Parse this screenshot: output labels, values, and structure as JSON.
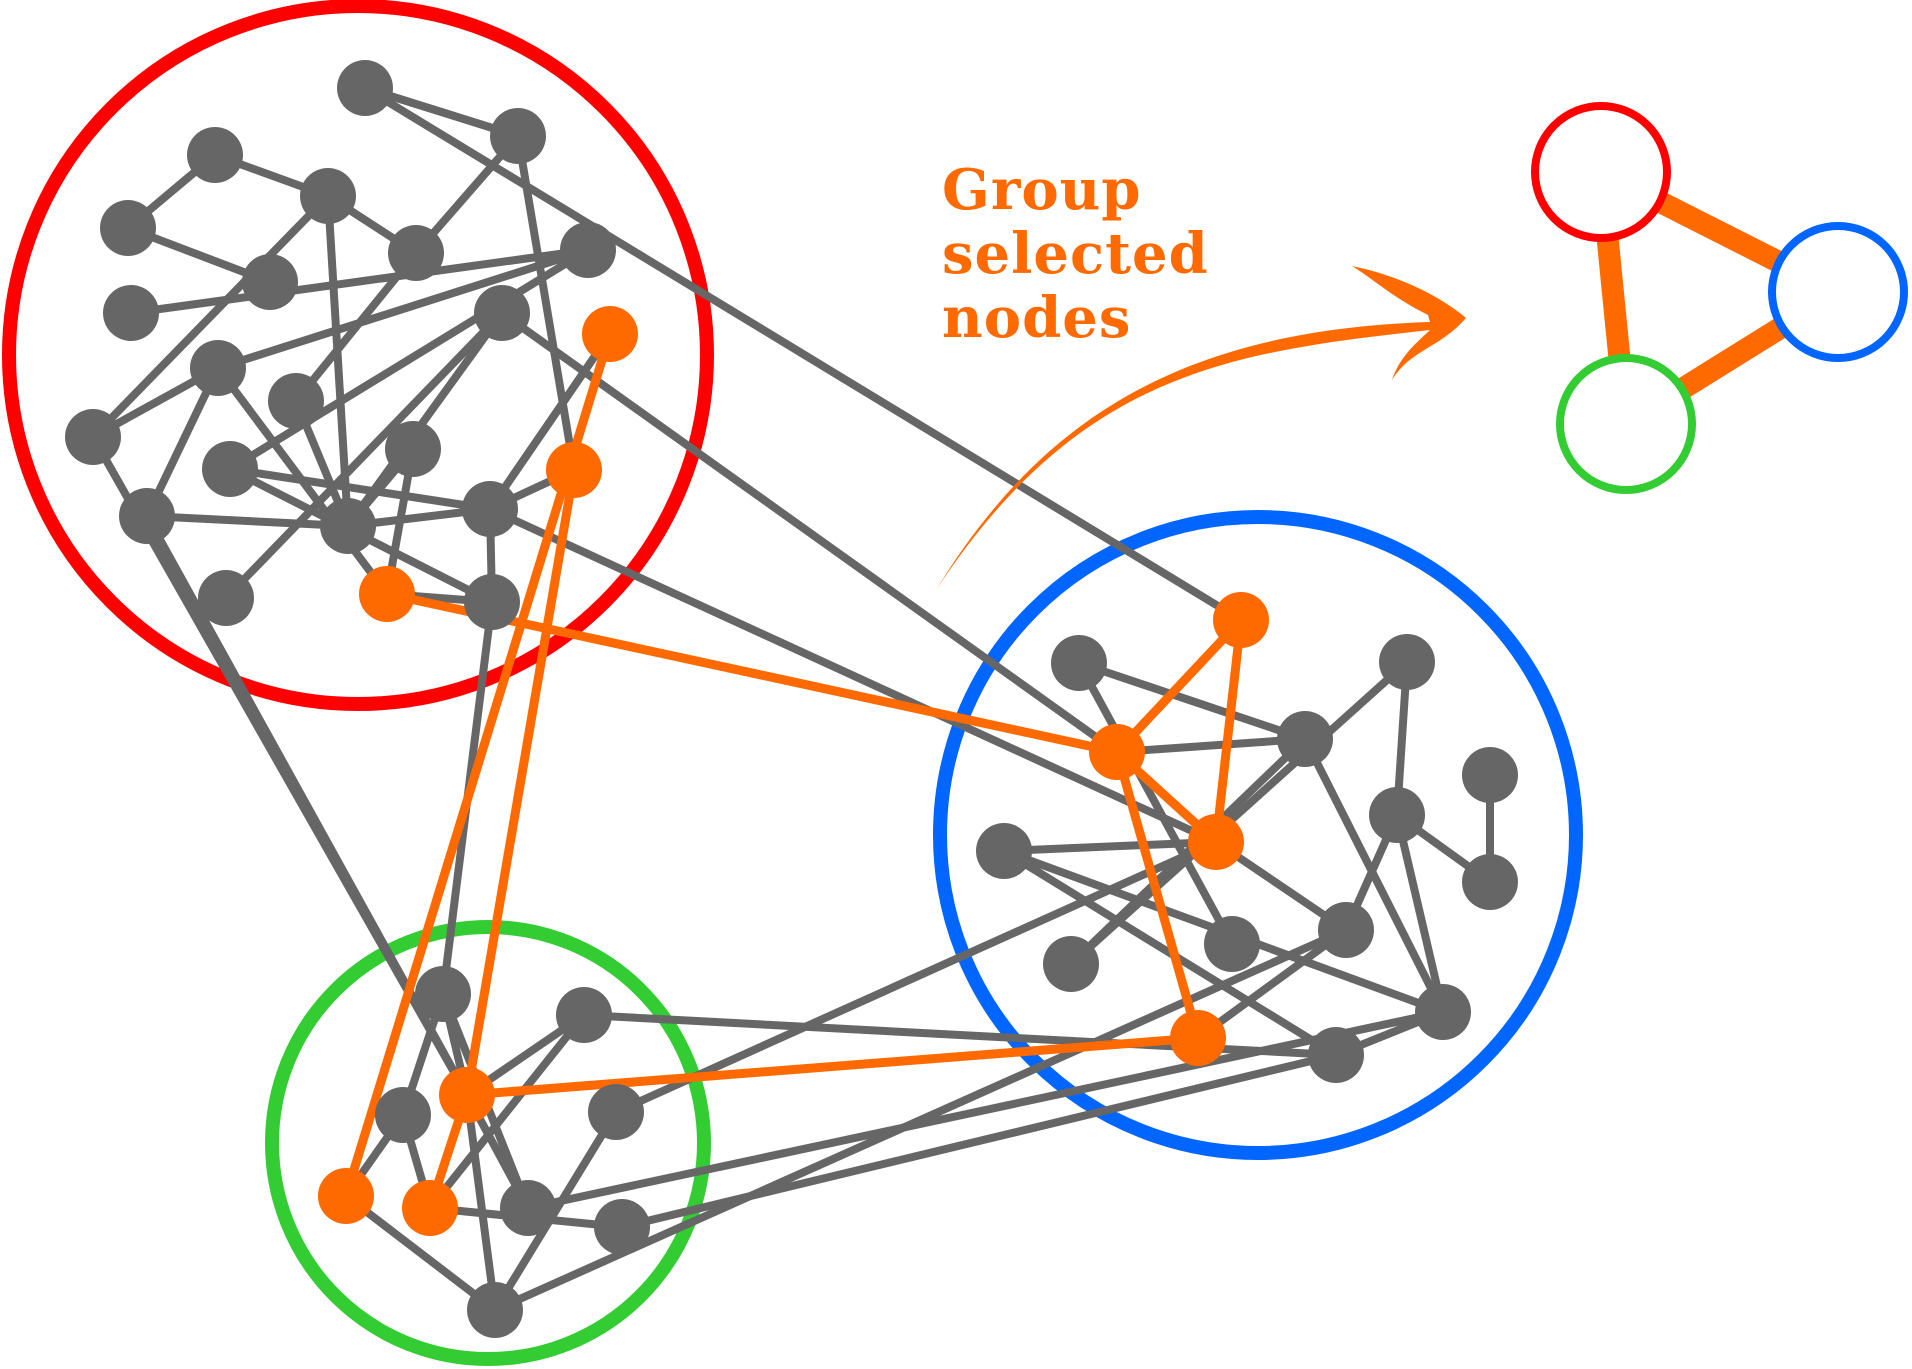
{
  "caption": {
    "lines": [
      "Group",
      "selected",
      "nodes"
    ],
    "color": "#ff6a00"
  },
  "colors": {
    "edge": "#666666",
    "node": "#666666",
    "selected": "#ff6a00",
    "group_red": "#ff0000",
    "group_blue": "#0066ff",
    "group_green": "#33cc33",
    "arrow": "#ff6a00"
  },
  "summary_graph": {
    "nodes": [
      "red",
      "blue",
      "green"
    ],
    "edges": [
      [
        "red",
        "blue"
      ],
      [
        "red",
        "green"
      ],
      [
        "green",
        "blue"
      ]
    ]
  }
}
